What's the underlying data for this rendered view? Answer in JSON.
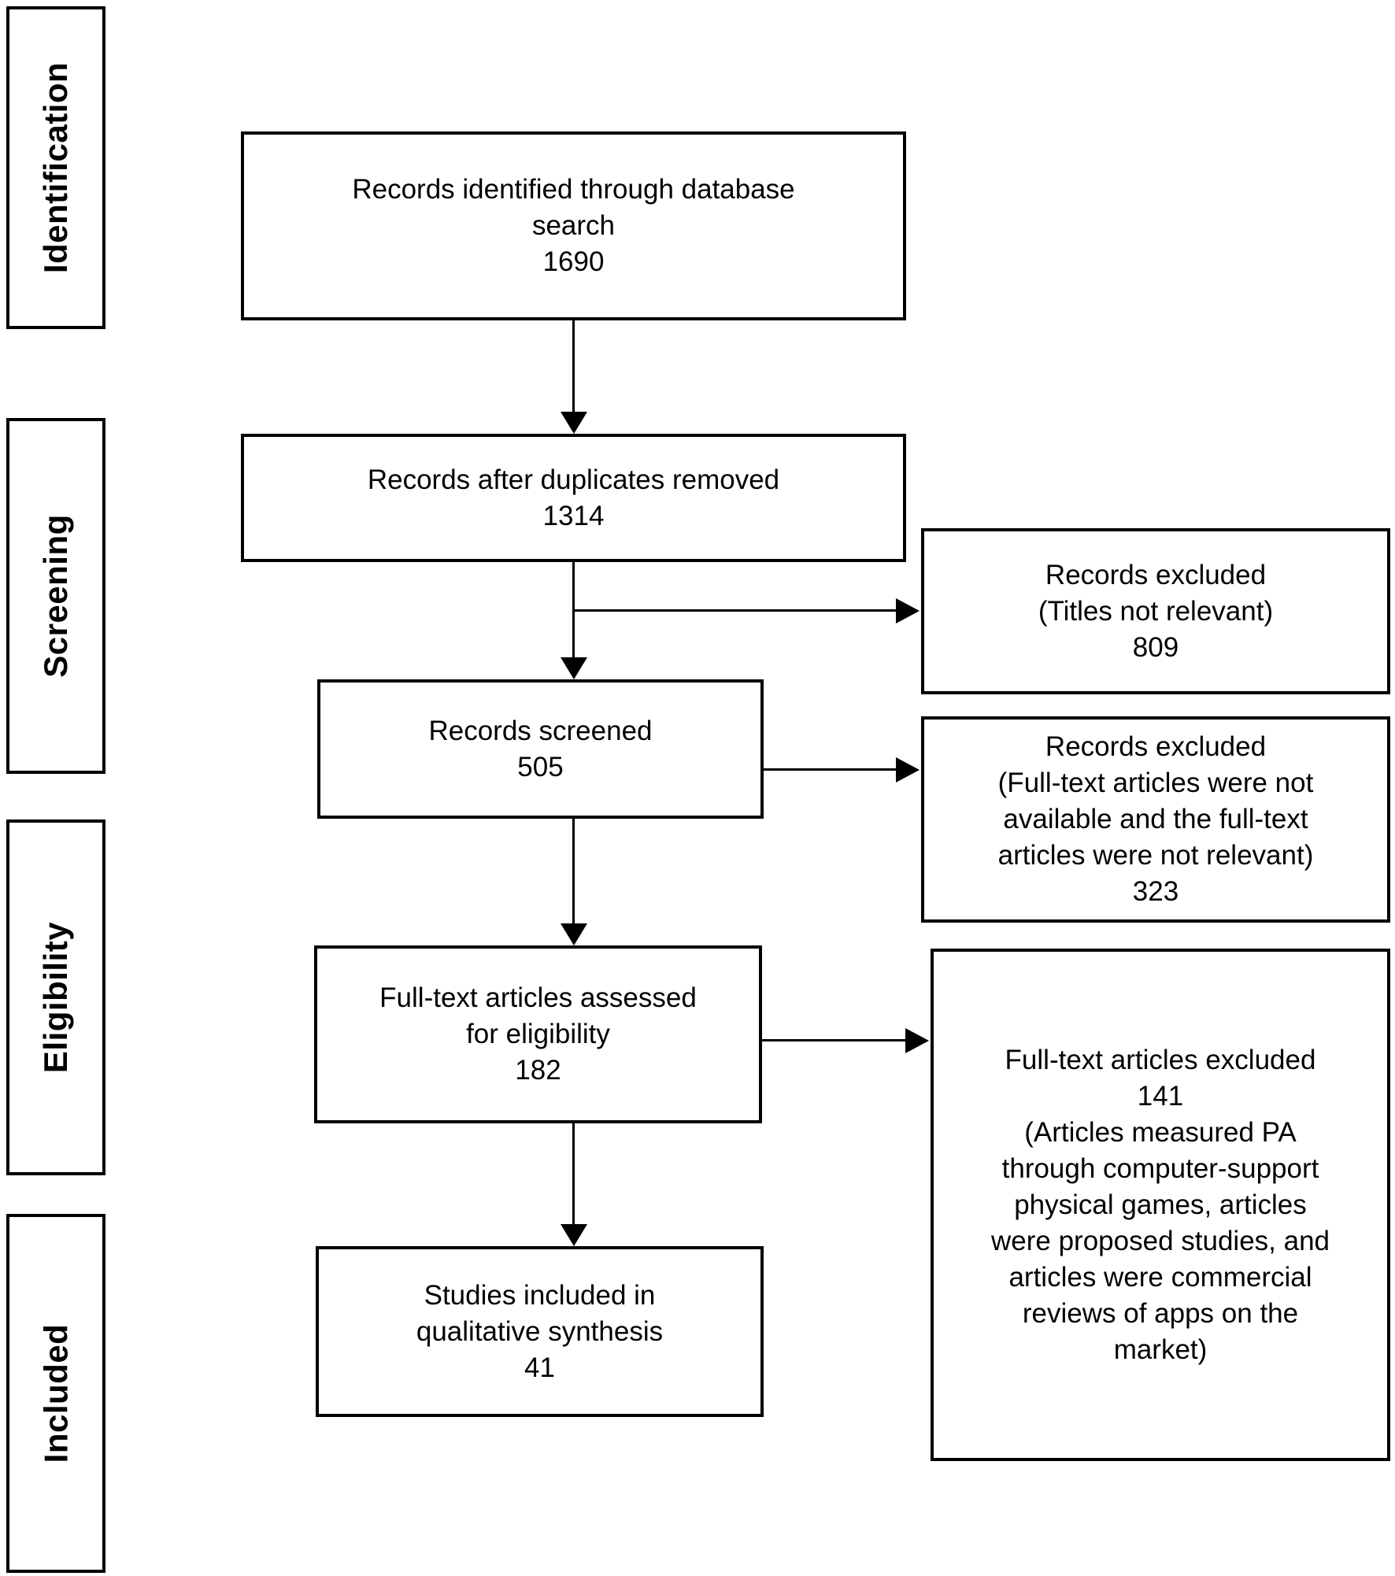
{
  "page": {
    "background_color": "#ffffff",
    "line_color": "#000000"
  },
  "stage_labels": [
    {
      "label": "Identification"
    },
    {
      "label": "Screening"
    },
    {
      "label": "Eligibility"
    },
    {
      "label": "Included"
    }
  ],
  "flow_boxes": {
    "identified": {
      "lines": [
        "Records identified through database",
        "search",
        "1690"
      ]
    },
    "deduplicated": {
      "lines": [
        "Records after duplicates removed",
        "1314"
      ]
    },
    "screened": {
      "lines": [
        "Records screened",
        "505"
      ]
    },
    "fulltext_assessed": {
      "lines": [
        "Full-text articles assessed",
        "for eligibility",
        "182"
      ]
    },
    "included_studies": {
      "lines": [
        "Studies included in",
        "qualitative synthesis",
        "41"
      ]
    }
  },
  "exclusion_boxes": {
    "titles_not_relevant": {
      "lines": [
        "Records excluded",
        "(Titles not relevant)",
        "809"
      ]
    },
    "fulltext_not_available": {
      "lines": [
        "Records excluded",
        "(Full-text articles were not",
        "available and the full-text",
        "articles were not relevant)",
        "323"
      ]
    },
    "fulltext_excluded": {
      "lines": [
        "Full-text articles excluded",
        "141",
        "(Articles measured PA",
        "through computer-support",
        "physical games, articles",
        "were proposed studies, and",
        "articles were commercial",
        "reviews of apps on the",
        "market)"
      ]
    }
  }
}
